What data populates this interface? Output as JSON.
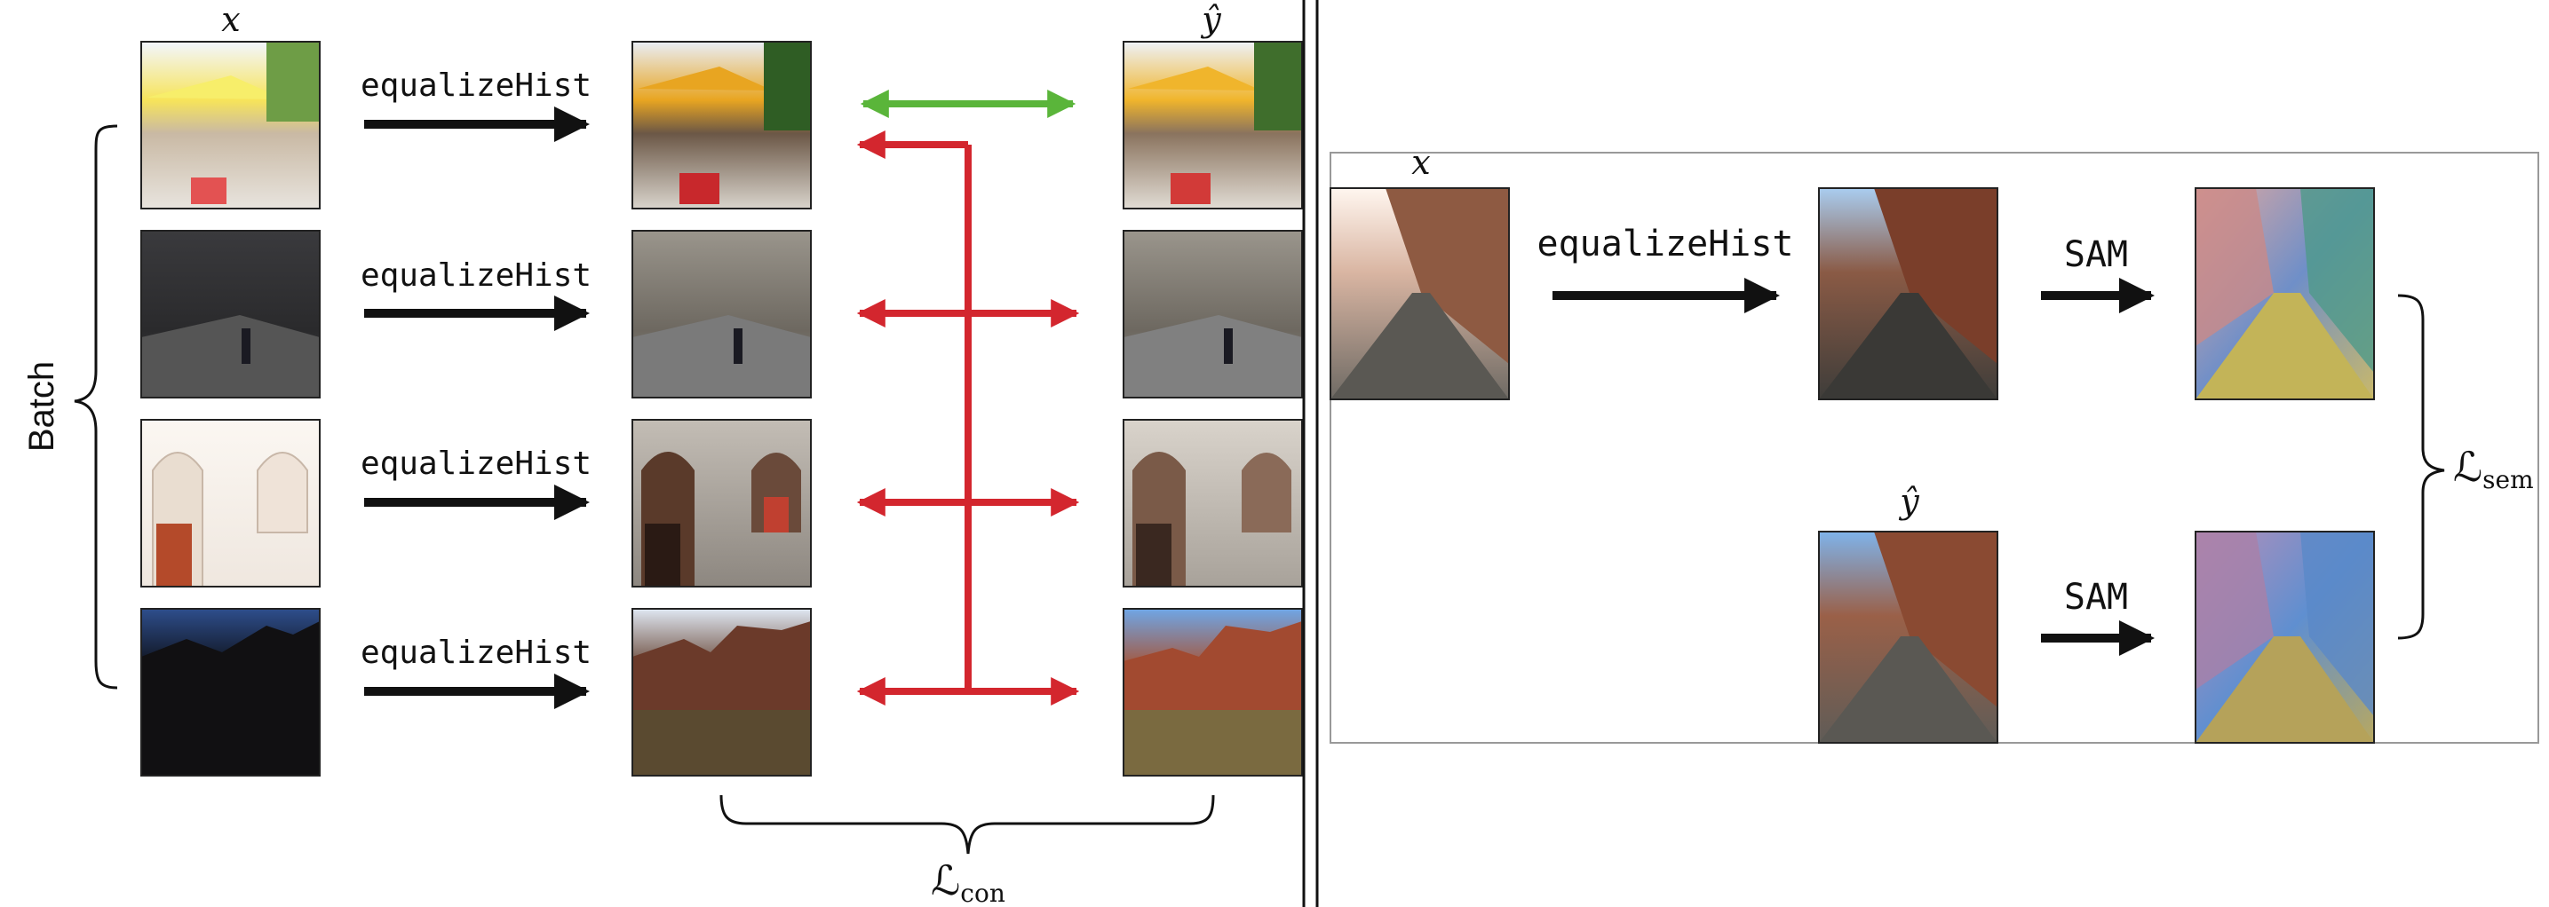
{
  "left_panel": {
    "input_label": "x",
    "target_label": "ŷ",
    "batch_label": "Batch",
    "operation_labels": [
      "equalizeHist",
      "equalizeHist",
      "equalizeHist",
      "equalizeHist"
    ],
    "loss_symbol": "ℒ",
    "loss_subscript": "con",
    "rows": [
      {
        "scene": "sunny cafe terrace with yellow umbrellas",
        "arrow_color": "#5ab53a"
      },
      {
        "scene": "city street between tall buildings",
        "arrow_color": "#d3262e"
      },
      {
        "scene": "ornate white building facade with arched doors",
        "arrow_color": "#d3262e"
      },
      {
        "scene": "backlit red rock canyon with desert shrubs",
        "arrow_color": "#d3262e"
      }
    ]
  },
  "right_panel": {
    "input_label": "x",
    "target_label": "ŷ",
    "operation_label": "equalizeHist",
    "sam_labels": [
      "SAM",
      "SAM"
    ],
    "loss_symbol": "ℒ",
    "loss_subscript": "sem"
  },
  "colors": {
    "consistency_positive": "#5ab53a",
    "consistency_negative": "#d3262e",
    "arrow": "#111111"
  }
}
